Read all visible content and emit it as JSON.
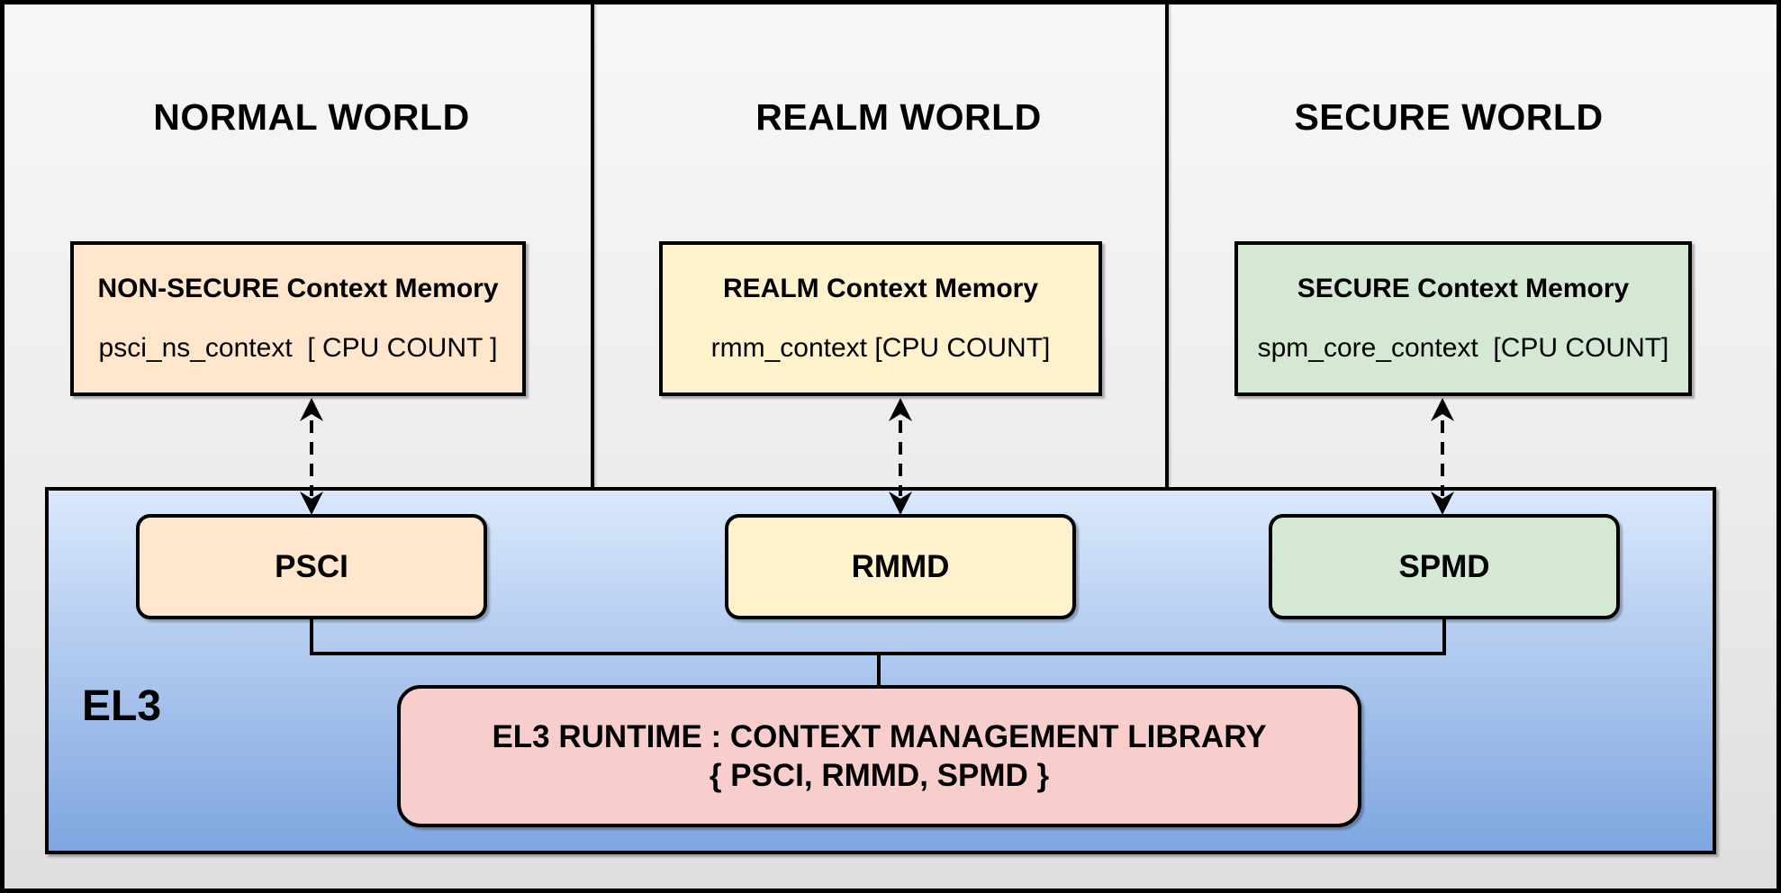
{
  "worlds": [
    {
      "title": "NORMAL WORLD",
      "memory": {
        "title": "NON-SECURE Context Memory",
        "code": "psci_ns_context  [ CPU COUNT ]"
      },
      "fill": "#FFE6CC"
    },
    {
      "title": "REALM WORLD",
      "memory": {
        "title": "REALM Context Memory",
        "code": "rmm_context [CPU COUNT]"
      },
      "fill": "#FFF2CC"
    },
    {
      "title": "SECURE WORLD",
      "memory": {
        "title": "SECURE Context Memory",
        "code": "spm_core_context  [CPU COUNT]"
      },
      "fill": "#D5E8D4"
    }
  ],
  "el3": {
    "label": "EL3",
    "modules": [
      {
        "label": "PSCI",
        "fill": "#FFE6CC"
      },
      {
        "label": "RMMD",
        "fill": "#FFF2CC"
      },
      {
        "label": "SPMD",
        "fill": "#D5E8D4"
      }
    ],
    "runtime": {
      "line1": "EL3 RUNTIME : CONTEXT MANAGEMENT LIBRARY",
      "line2": "{ PSCI, RMMD, SPMD }",
      "fill": "#F8CECC"
    }
  },
  "colors": {
    "border": "#000000",
    "el3_gradient_top": "#DAE8FC",
    "el3_gradient_bottom": "#7EA6E0",
    "background_top": "#F7F7F7",
    "background_bottom": "#DEDEDE"
  }
}
